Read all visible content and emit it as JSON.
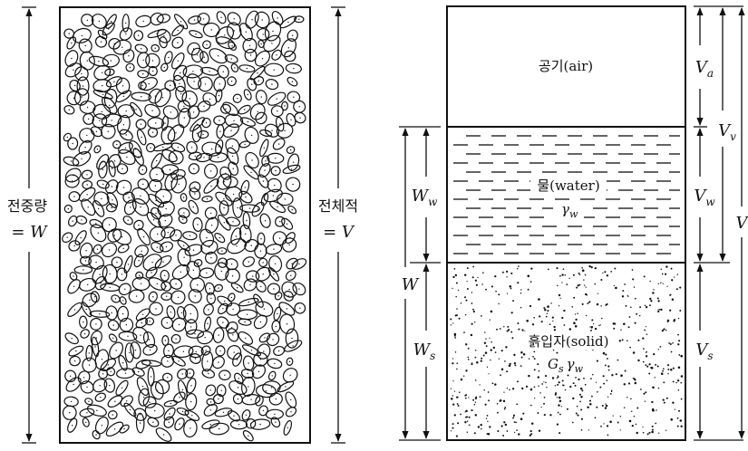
{
  "left_figure": {
    "total_weight_label": "전중량",
    "total_weight_symbol": "= W",
    "total_volume_label": "전체적",
    "total_volume_symbol": "= V"
  },
  "right_figure": {
    "air_label": "공기(air)",
    "water_label": "물(water)",
    "water_unit_weight": "γ",
    "water_unit_weight_sub": "w",
    "solid_label": "흙입자(solid)",
    "solid_unit_weight_Gs": "G",
    "solid_unit_weight_Gs_sub": "s",
    "solid_unit_weight_gamma": "γ",
    "solid_unit_weight_gamma_sub": "w",
    "Va": "V",
    "Va_sub": "a",
    "Vv": "V",
    "Vv_sub": "v",
    "Vw": "V",
    "Vw_sub": "w",
    "Vs": "V",
    "Vs_sub": "s",
    "V": "V",
    "Ww": "W",
    "Ww_sub": "w",
    "W": "W",
    "Ws": "W",
    "Ws_sub": "s"
  }
}
